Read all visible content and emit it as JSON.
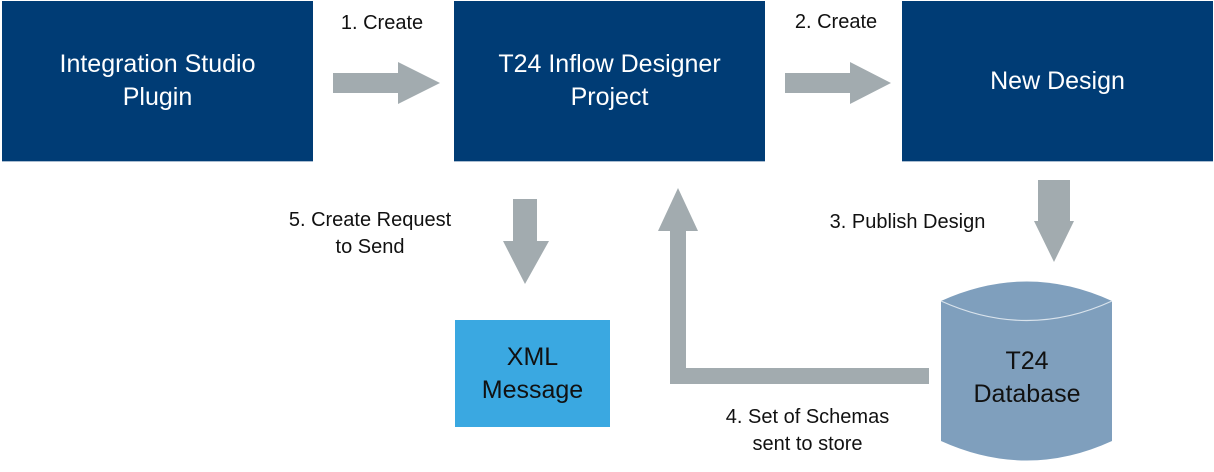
{
  "diagram": {
    "nodes": [
      {
        "id": "integration-studio-plugin",
        "label": "Integration Studio\nPlugin",
        "kind": "process"
      },
      {
        "id": "t24-inflow-designer-project",
        "label": "T24 Inflow Designer\nProject",
        "kind": "process"
      },
      {
        "id": "new-design",
        "label": "New Design",
        "kind": "process"
      },
      {
        "id": "t24-database",
        "label": "T24\nDatabase",
        "kind": "database"
      },
      {
        "id": "xml-message",
        "label": "XML\nMessage",
        "kind": "output"
      }
    ],
    "edges": [
      {
        "from": "integration-studio-plugin",
        "to": "t24-inflow-designer-project",
        "label": "1. Create"
      },
      {
        "from": "t24-inflow-designer-project",
        "to": "new-design",
        "label": "2. Create"
      },
      {
        "from": "new-design",
        "to": "t24-database",
        "label": "3. Publish Design"
      },
      {
        "from": "t24-database",
        "to": "t24-inflow-designer-project",
        "label": "4. Set of Schemas\nsent to store"
      },
      {
        "from": "t24-inflow-designer-project",
        "to": "xml-message",
        "label": "5. Create Request\nto Send"
      }
    ]
  },
  "colors": {
    "process_box": "#003c75",
    "output_box": "#3aa8e1",
    "database": "#7f9fbd",
    "arrow": "#a2abaf",
    "text_dark": "#111111",
    "text_light": "#ffffff"
  }
}
